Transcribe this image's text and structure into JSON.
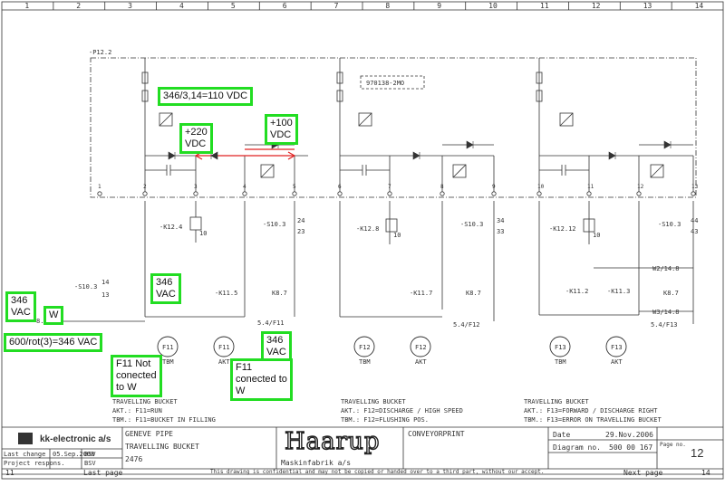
{
  "columns": [
    "1",
    "2",
    "3",
    "4",
    "5",
    "6",
    "7",
    "8",
    "9",
    "10",
    "11",
    "12",
    "13",
    "14"
  ],
  "drawing": {
    "frame_label": "-P12.2",
    "box_label": "970138-2MO",
    "terminals": [
      "1",
      "2",
      "3",
      "4",
      "5",
      "6",
      "7",
      "8",
      "9",
      "10",
      "11",
      "12",
      "13"
    ],
    "relays": {
      "k12_4": "-K12.4",
      "s10_3a": "-S10.3",
      "k12_8": "-K12.8",
      "s10_3b": "-S10.3",
      "k12_12": "-K12.12",
      "s10_3c": "-S10.3",
      "s10_3d": "-S10.3",
      "k11_5": "-K11.5",
      "k11_7": "-K11.7",
      "k11_2": "-K11.2",
      "k11_3": "-K11.3",
      "k8_7a": "K8.7",
      "k8_7b": "K8.7",
      "k8_7c": "K8.7"
    },
    "pin_labels": {
      "p24": "24",
      "p23": "23",
      "p34": "34",
      "p33": "33",
      "p44": "44",
      "p43": "43",
      "p14": "14",
      "p13": "13",
      "p10a": "10",
      "p10b": "10",
      "p10c": "10"
    },
    "refs": {
      "ref_l3": "8.5/L3",
      "ref_f11": "5.4/F11",
      "ref_f12": "5.4/F12",
      "ref_f13": "5.4/F13",
      "ref_w2": "W2/14.8",
      "ref_w3": "W3/14.8"
    },
    "lamps": [
      {
        "code": "F11",
        "label": "TBM"
      },
      {
        "code": "F11",
        "label": "AKT"
      },
      {
        "code": "F12",
        "label": "TBM"
      },
      {
        "code": "F12",
        "label": "AKT"
      },
      {
        "code": "F13",
        "label": "TBM"
      },
      {
        "code": "F13",
        "label": "AKT"
      }
    ],
    "legends": [
      [
        "TRAVELLING BUCKET",
        "AKT.: F11=RUN",
        "TBM.: F11=BUCKET IN FILLING"
      ],
      [
        "TRAVELLING BUCKET",
        "AKT.: F12=DISCHARGE / HIGH SPEED",
        "TBM.: F12=FLUSHING POS."
      ],
      [
        "TRAVELLING BUCKET",
        "AKT.: F13=FORWARD / DISCHARGE RIGHT",
        "TBM.: F13=ERROR ON TRAVELLING BUCKET"
      ]
    ]
  },
  "annotations": {
    "a_346_110": "346/3,14=110 VDC",
    "a_220": [
      "+220",
      "VDC"
    ],
    "a_100": [
      "+100",
      "VDC"
    ],
    "a_346_left": [
      "346",
      "VAC"
    ],
    "a_w": "W",
    "a_600": "600/rot(3)=346 VAC",
    "a_346_mid": [
      "346",
      "VAC"
    ],
    "a_346_f11": [
      "346",
      "VAC"
    ],
    "a_not_conected": [
      "F11 Not",
      "conected",
      "to W"
    ],
    "a_conected": [
      "F11",
      "conected to",
      "W"
    ]
  },
  "title_block": {
    "company": "kk-electronic a/s",
    "last_change_label": "Last change",
    "last_change_date": "05.Sep.2008",
    "last_change_by": "BSV",
    "project_label": "Project respons.",
    "project_by": "BSV",
    "prev_page": "11",
    "last_page_label": "Last page",
    "project_lines": [
      "GENEVE PIPE",
      "TRAVELLING BUCKET",
      "2476"
    ],
    "logo_text": "Haarup",
    "maker": "Maskinfabrik a/s",
    "section": "CONVEYORPRINT",
    "date_label": "Date",
    "date_value": "29.Nov.2006",
    "diagram_label": "Diagram no.",
    "diagram_value": "500 00 167",
    "page_label": "Page no.",
    "page_value": "12",
    "confidential": "This drawing is confidential and may not be copied or handed over to a third part, without our accept.",
    "next_page_label": "Next page",
    "next_page": "14"
  }
}
